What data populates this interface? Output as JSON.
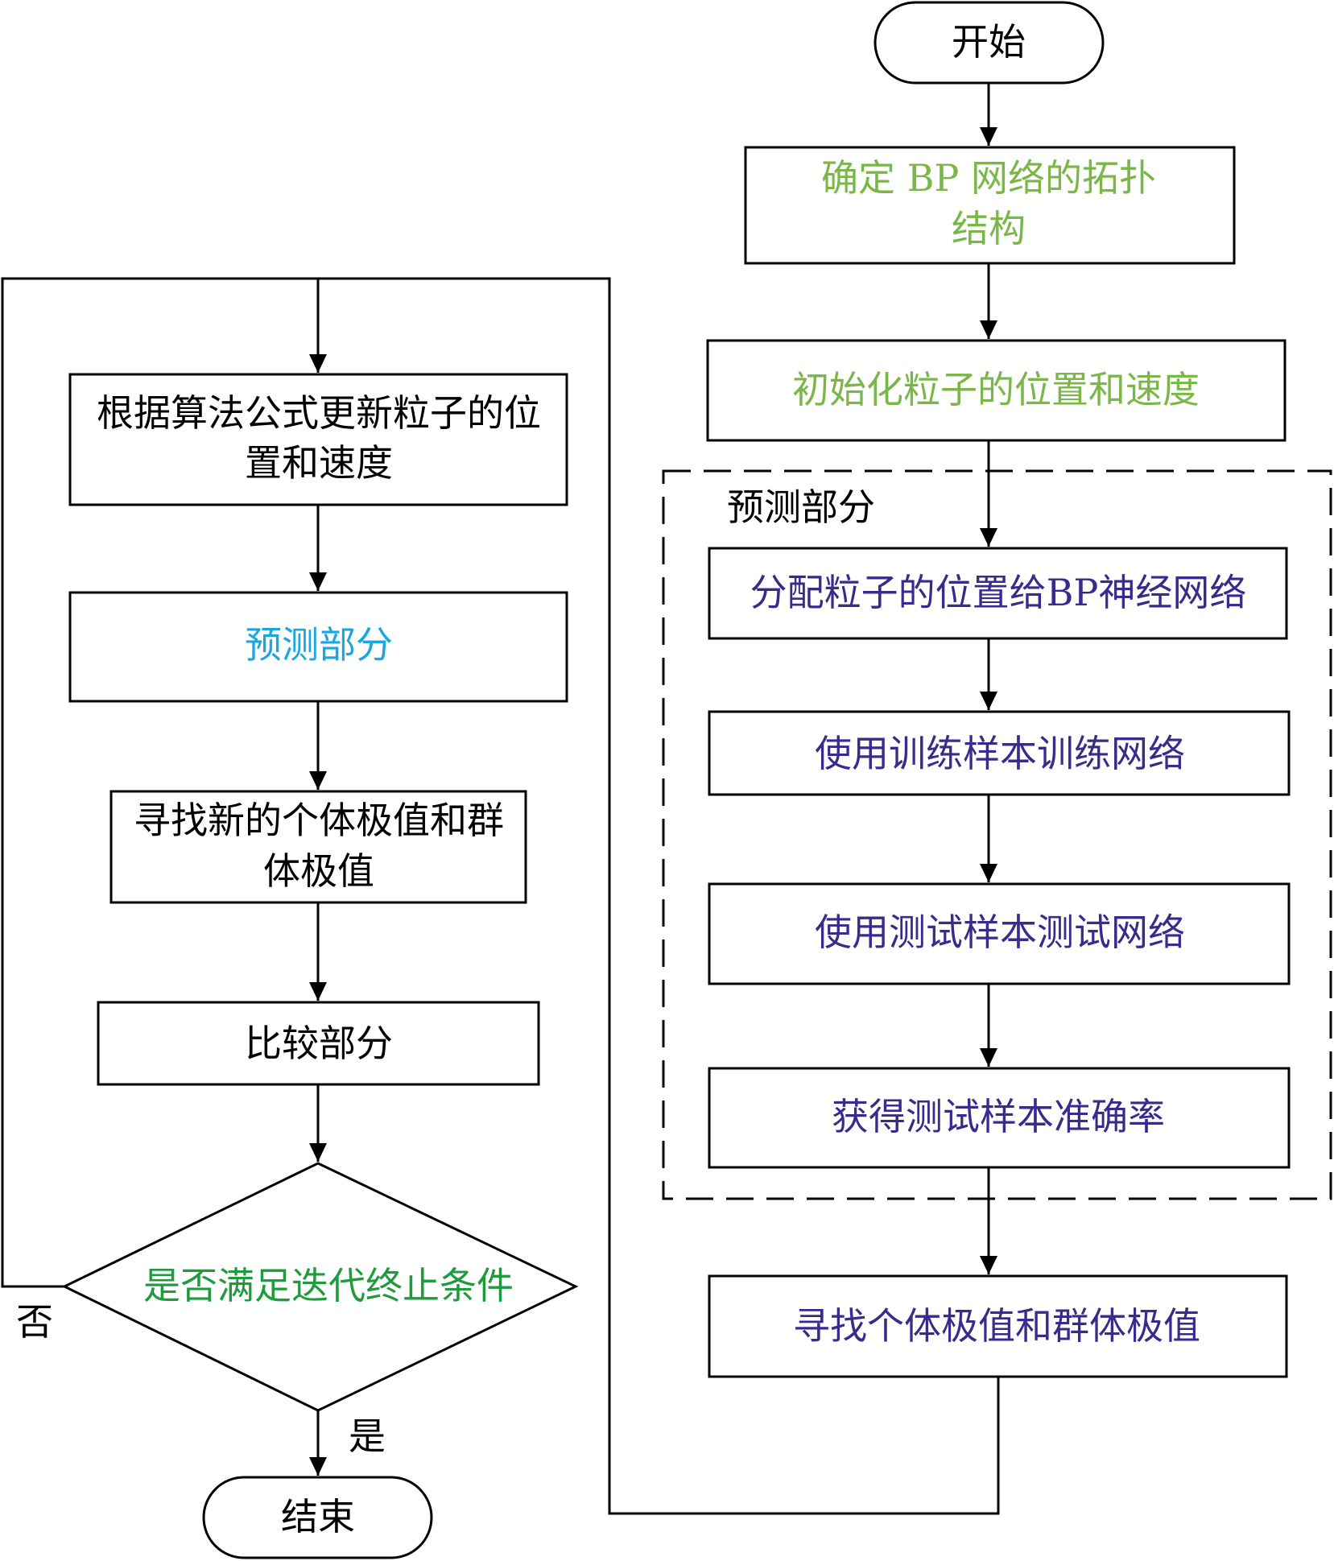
{
  "colors": {
    "black": "#000000",
    "green_light": "#7ab648",
    "cyan": "#1aa7e0",
    "purple": "#3a2a8c",
    "green_dark": "#1f9a3c"
  },
  "nodes": {
    "start": "开始",
    "topology_line1": "确定 BP 网络的拓扑",
    "topology_line2": "结构",
    "init_particles": "初始化粒子的位置和速度",
    "prediction_group_label": "预测部分",
    "assign_position": "分配粒子的位置给BP神经网络",
    "train_network": "使用训练样本训练网络",
    "test_network": "使用测试样本测试网络",
    "test_accuracy": "获得测试样本准确率",
    "find_extrema_right": "寻找个体极值和群体极值",
    "update_line1": "根据算法公式更新粒子的位",
    "update_line2": "置和速度",
    "prediction_part": "预测部分",
    "find_new_line1": "寻找新的个体极值和群",
    "find_new_line2": "体极值",
    "compare_part": "比较部分",
    "decision": "是否满足迭代终止条件",
    "no_label": "否",
    "yes_label": "是",
    "end": "结束"
  }
}
